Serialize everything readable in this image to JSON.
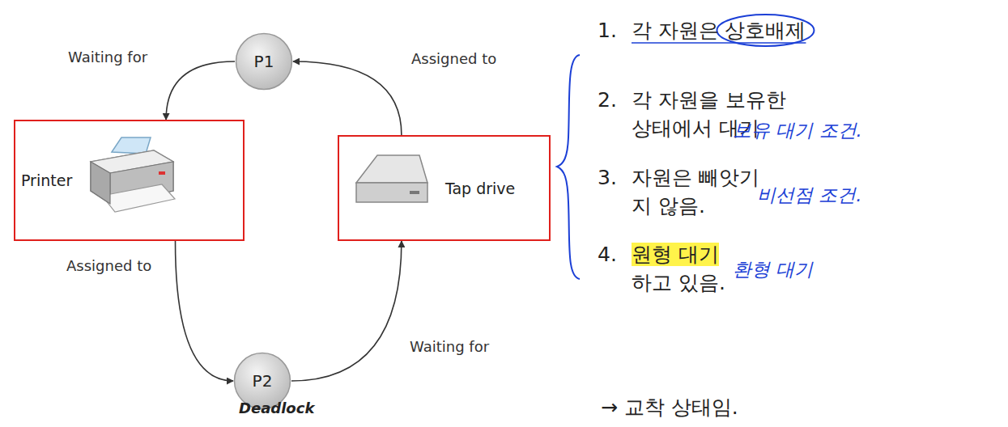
{
  "diagram": {
    "nodes": [
      {
        "text": [
          "P1"
        ]
      },
      {
        "text": [
          "Printer"
        ]
      },
      {
        "text": [
          "Tap drive"
        ]
      },
      {
        "text": [
          "P2"
        ]
      }
    ],
    "edges": [
      {
        "from": 0,
        "to": 1,
        "label": "Waiting for",
        "arrow": "to"
      },
      {
        "from": 1,
        "to": 3,
        "label": "Assigned to",
        "arrow": "to"
      },
      {
        "from": 3,
        "to": 2,
        "label": "Waiting for",
        "arrow": "to"
      },
      {
        "from": 2,
        "to": 0,
        "label": "Assigned to",
        "arrow": "to"
      }
    ],
    "labels": [
      "Deadlock",
      "1.",
      "각 자원은",
      "상호배제",
      "2.",
      "각 자원을 보유한 상태에서 대기",
      "보유 대기 조건.",
      "3.",
      "자원은 빼앗기지 않음.",
      "비선점 조건.",
      "4.",
      "원형 대기",
      "하고 있음.",
      "환형 대기",
      "→ 교착 상태임."
    ]
  }
}
